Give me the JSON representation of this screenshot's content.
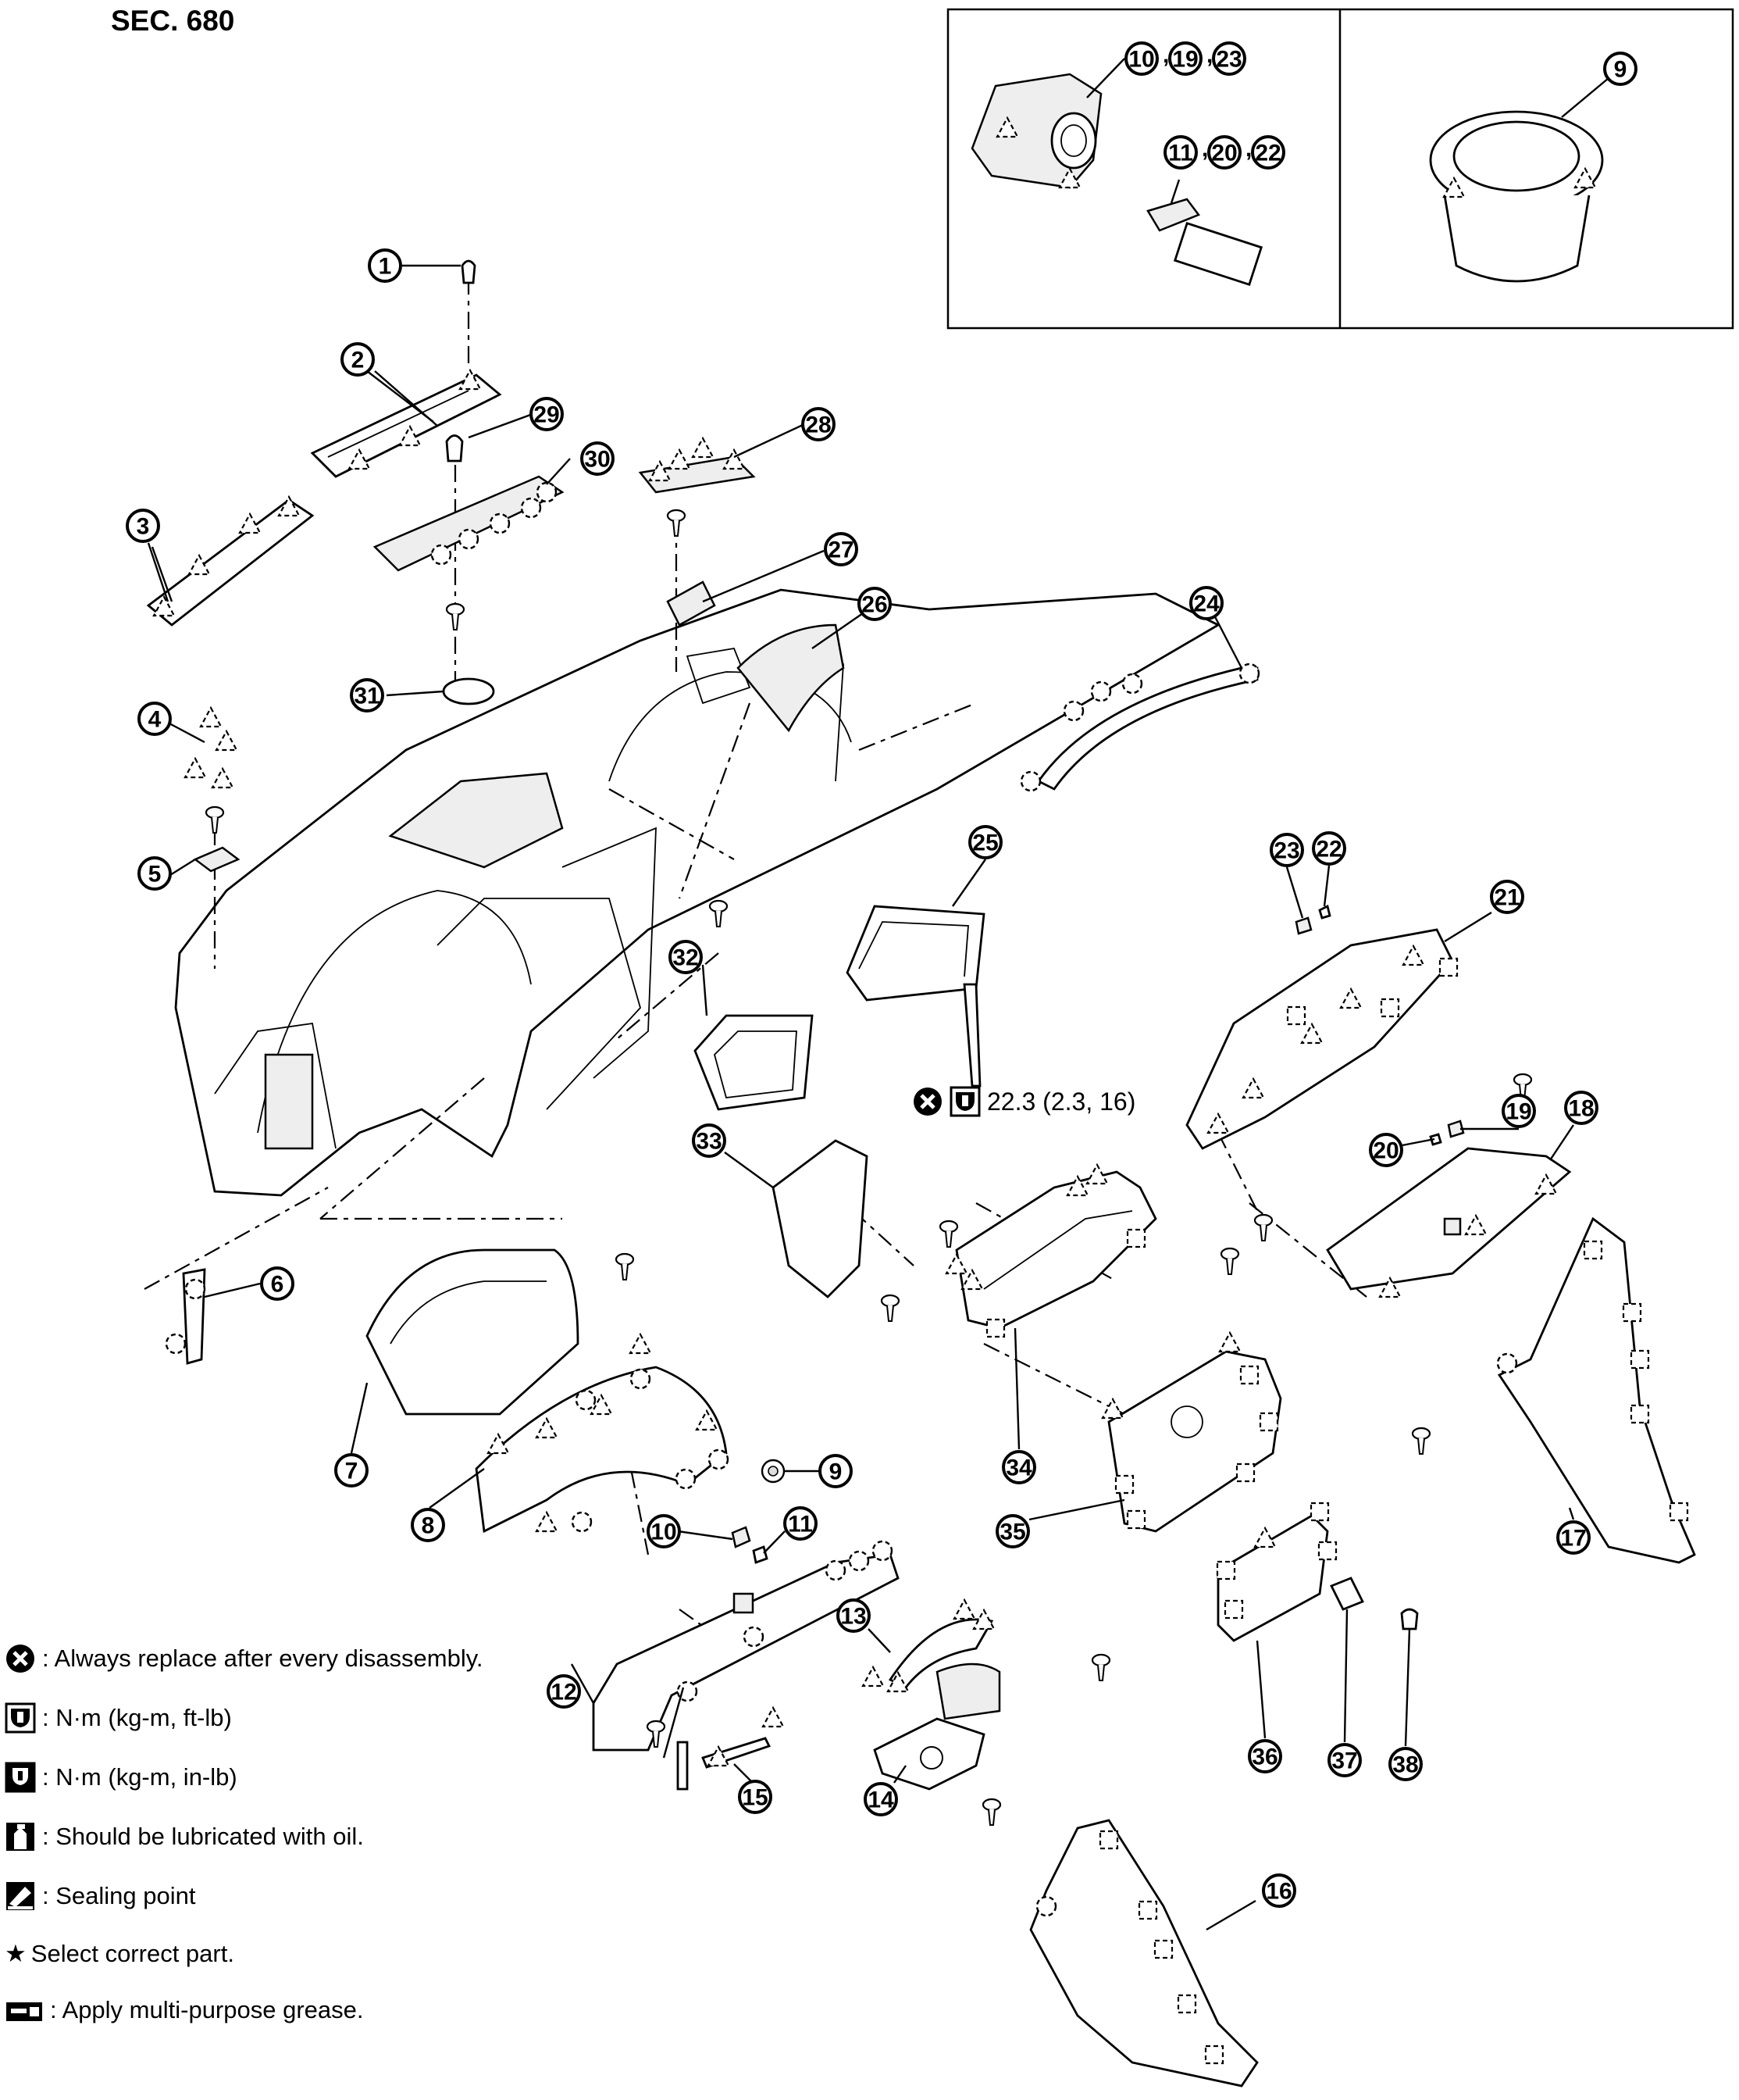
{
  "section_label": "SEC. 680",
  "callouts": [
    "1",
    "2",
    "3",
    "4",
    "5",
    "6",
    "7",
    "8",
    "9",
    "10",
    "11",
    "12",
    "13",
    "14",
    "15",
    "16",
    "17",
    "18",
    "19",
    "20",
    "21",
    "22",
    "23",
    "24",
    "25",
    "26",
    "27",
    "28",
    "29",
    "30",
    "31",
    "32",
    "33",
    "34",
    "35",
    "36",
    "37",
    "38"
  ],
  "inset": {
    "left_group_a": [
      "10",
      "19",
      "23"
    ],
    "left_group_b": [
      "11",
      "20",
      "22"
    ],
    "right_item": "9",
    "separator": ","
  },
  "torque_note": "22.3 (2.3, 16)",
  "legend": [
    {
      "icon": "replace-icon",
      "text": ": Always replace after every disassembly."
    },
    {
      "icon": "torque-wrench-icon",
      "text": ": N·m (kg-m, ft-lb)"
    },
    {
      "icon": "torque-wrench-filled-icon",
      "text": ": N·m (kg-m, in-lb)"
    },
    {
      "icon": "oil-can-icon",
      "text": ": Should be lubricated with oil."
    },
    {
      "icon": "sealing-icon",
      "text": ": Sealing point"
    },
    {
      "icon": "star-icon",
      "text": "Select correct part."
    },
    {
      "icon": "grease-icon",
      "text": ": Apply multi-purpose grease."
    }
  ],
  "colors": {
    "line": "#000000",
    "background": "#ffffff"
  }
}
